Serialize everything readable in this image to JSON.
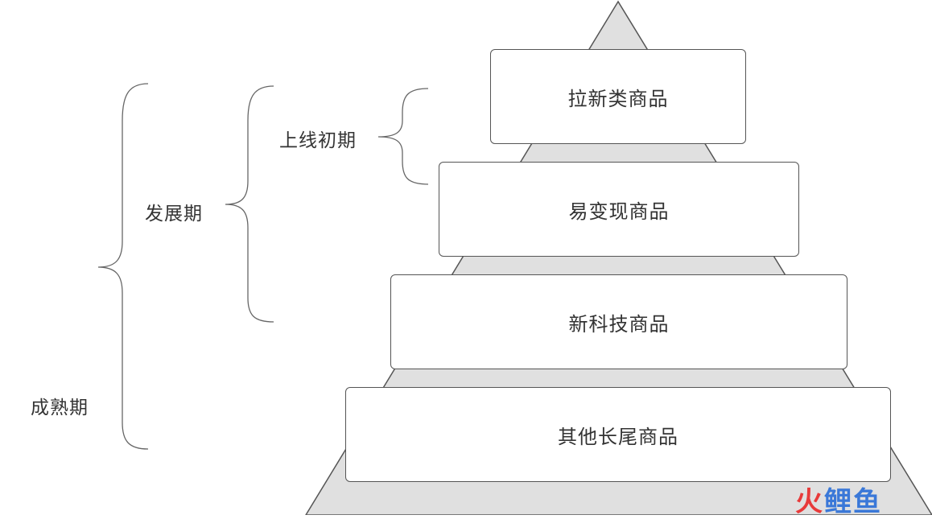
{
  "pyramid": {
    "fill_color": "#e0e0e0",
    "stroke_color": "#555555",
    "tiers": [
      {
        "label": "拉新类商品"
      },
      {
        "label": "易变现商品"
      },
      {
        "label": "新科技商品"
      },
      {
        "label": "其他长尾商品"
      }
    ]
  },
  "stages": [
    {
      "label": "上线初期"
    },
    {
      "label": "发展期"
    },
    {
      "label": "成熟期"
    }
  ],
  "watermark": {
    "part_a": "火",
    "part_b": "鲤鱼",
    "colors": [
      "#e83a3a",
      "#3a78d8"
    ]
  }
}
